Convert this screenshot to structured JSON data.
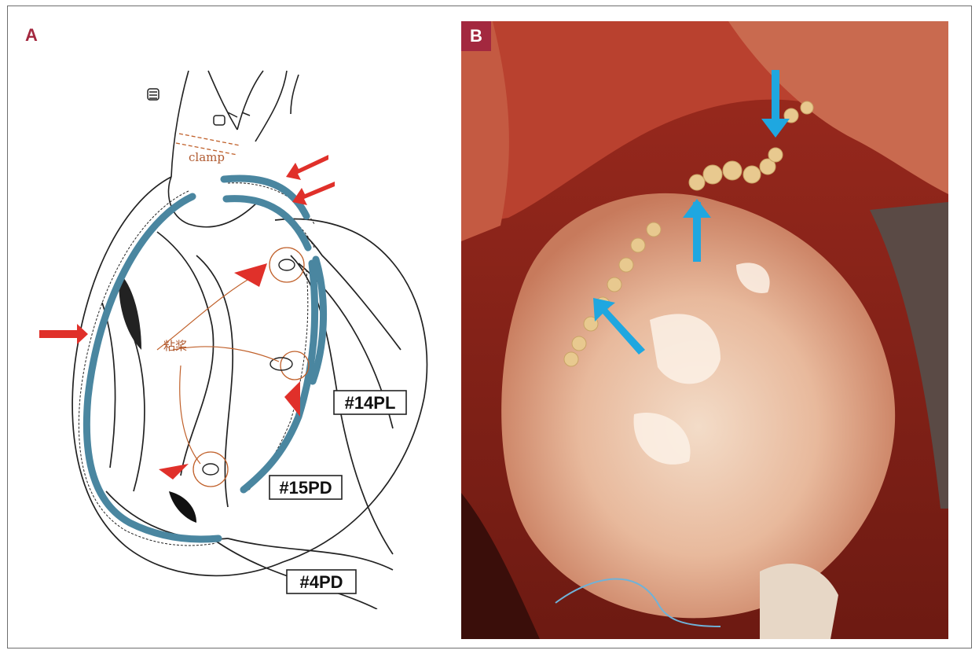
{
  "panels": {
    "a": {
      "label": "A",
      "labels": [
        "#14PL",
        "#15PD",
        "#4PD"
      ],
      "handwritten": [
        "clamp",
        "粘桨"
      ]
    },
    "b": {
      "label": "B"
    }
  },
  "colors": {
    "label_bg": "#a3283f",
    "graft_blue": "#4a86a0",
    "red_arrow": "#e0302a",
    "cyan_arrow": "#1fa7e0"
  }
}
